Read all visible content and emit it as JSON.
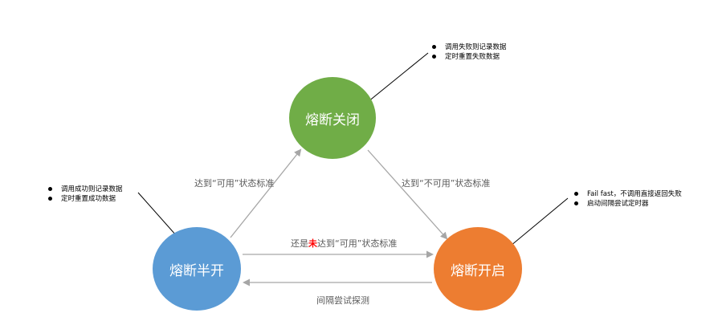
{
  "nodes": {
    "closed": {
      "label": "熔断关闭",
      "color": "#70ad47"
    },
    "half_open": {
      "label": "熔断半开",
      "color": "#5b9bd5"
    },
    "open": {
      "label": "熔断开启",
      "color": "#ed7d31"
    }
  },
  "edges": {
    "half_to_closed": "达到“可用”状态标准",
    "closed_to_open": "达到“不可用”状态标准",
    "half_to_open": {
      "prefix": "还是",
      "highlight": "未",
      "suffix": "达到“可用”状态标准"
    },
    "open_to_half": "间隔尝试探测"
  },
  "notes": {
    "closed": [
      "调用失败则记录数据",
      "定时重置失败数据"
    ],
    "half_open": [
      "调用成功则记录数据",
      "定时重置成功数据"
    ],
    "open": [
      "Fail fast，不调用直接返回失败",
      "启动间隔尝试定时器"
    ]
  },
  "colors": {
    "arrow": "#a6a6a6",
    "callout": "#000000",
    "highlight": "#ff0000"
  }
}
